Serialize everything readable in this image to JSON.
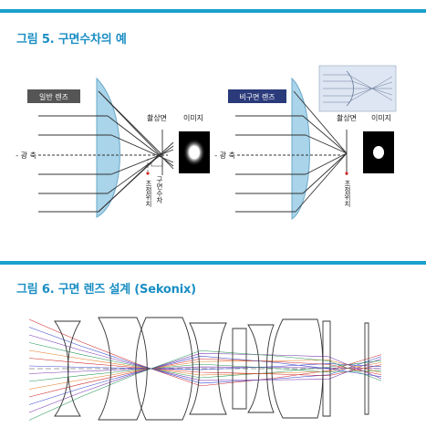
{
  "figure5": {
    "caption": "그림 5. 구면수차의 예",
    "left": {
      "badge": "일반 렌즈",
      "image_plane_label": "촬상면",
      "image_label": "이미지",
      "optical_axis_label": "- 광 축",
      "focus_label": "초점위치",
      "aberration_label": "구면수차"
    },
    "right": {
      "badge": "비구면 렌즈",
      "image_plane_label": "촬상면",
      "image_label": "이미지",
      "optical_axis_label": "- 광 축",
      "focus_label": "초점위치"
    }
  },
  "figure6": {
    "caption": "그림 6. 구면 렌즈 설계 (Sekonix)"
  },
  "colors": {
    "accent": "#1a8ec4",
    "rule": "#1aa0cc",
    "lens_fill": "#a9d4ea",
    "badge_dark": "#555555",
    "badge_navy": "#2a3a7a",
    "red_ray": "#d02a2a",
    "blue_ray": "#3a4ad0"
  }
}
